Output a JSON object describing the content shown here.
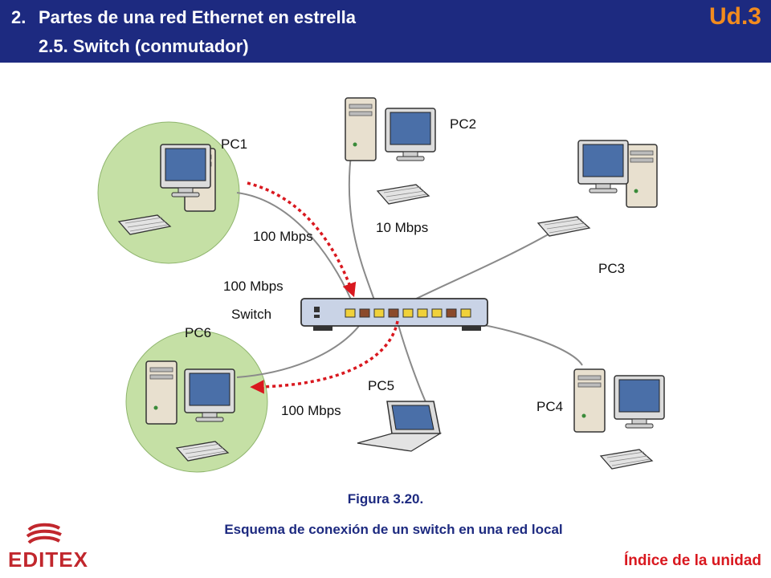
{
  "header": {
    "number": "2.",
    "title": "Partes de una red Ethernet en estrella",
    "subtitle": "2.5. Switch (conmutador)",
    "unit": "Ud.3"
  },
  "diagram": {
    "nodes": {
      "pc1": "PC1",
      "pc2": "PC2",
      "pc3": "PC3",
      "pc4": "PC4",
      "pc5": "PC5",
      "pc6": "PC6"
    },
    "switch_label": "Switch",
    "switch_speed": "100 Mbps",
    "speed_pc1": "100 Mbps",
    "speed_pc2": "10 Mbps",
    "speed_pc6": "100 Mbps"
  },
  "caption": {
    "figure": "Figura 3.20.",
    "text": "Esquema de conexión de un switch en una red local"
  },
  "footer": {
    "logo": "EDITEX",
    "index_link": "Índice de la unidad"
  },
  "colors": {
    "header_bg": "#1d2a80",
    "unit_accent": "#f28b1e",
    "highlight_circle": "#c5e0a5",
    "arrow": "#d9181f",
    "caption": "#1d2a80",
    "logo": "#c1272d"
  }
}
